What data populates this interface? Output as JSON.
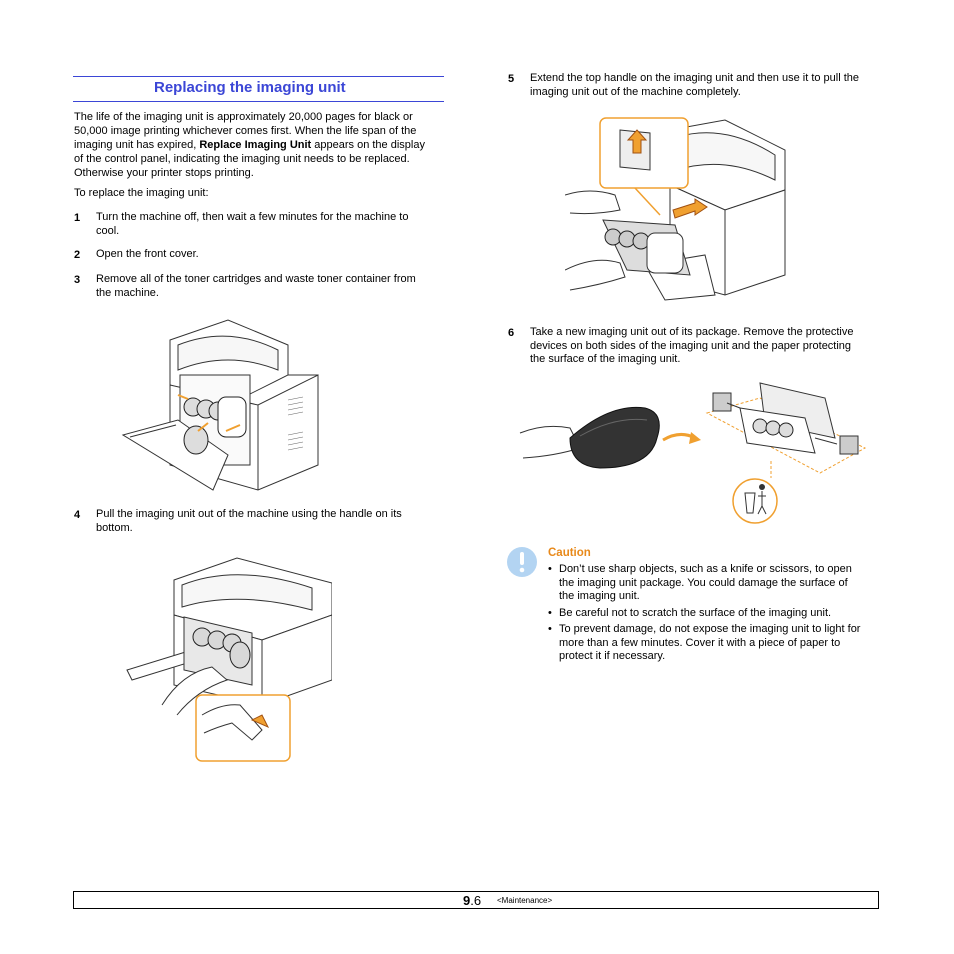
{
  "section": {
    "title": "Replacing the imaging unit"
  },
  "intro": {
    "line1": "The life of the imaging unit is approximately 20,000 pages for black or",
    "line2": "50,000 image printing whichever comes first. When the life span of the",
    "line3_a": "imaging unit has expired, ",
    "line3_bold": "Replace Imaging Unit",
    "line3_b": " appears on the display",
    "line4": "of the control panel, indicating the imaging unit needs to be replaced.",
    "line5": "Otherwise your printer stops printing.",
    "lead": "To replace the imaging unit:"
  },
  "steps": [
    {
      "num": "1",
      "lines": [
        "Turn the machine off, then wait a few minutes for the machine to",
        "cool."
      ]
    },
    {
      "num": "2",
      "lines": [
        "Open the front cover."
      ]
    },
    {
      "num": "3",
      "lines": [
        "Remove all of the toner cartridges and waste toner container from",
        "the machine."
      ]
    },
    {
      "num": "4",
      "lines": [
        "Pull the imaging unit out of the machine using the handle on its",
        "bottom."
      ]
    },
    {
      "num": "5",
      "lines": [
        "Extend the top handle on the imaging unit and then use it to pull the",
        "imaging unit out of the machine completely."
      ]
    },
    {
      "num": "6",
      "lines": [
        "Take a new imaging unit out of its package. Remove the protective",
        "devices on both sides of the imaging unit and the paper protecting",
        "the surface of the imaging unit."
      ]
    }
  ],
  "caution": {
    "title": "Caution",
    "bullets": [
      [
        "Don’t use sharp objects, such as a knife or scissors, to open",
        "the imaging unit package. You could damage the surface of",
        "the imaging unit."
      ],
      [
        "Be careful not to scratch the surface of the imaging unit."
      ],
      [
        "To prevent damage, do not expose the imaging unit to light for",
        "more than a few minutes. Cover it with a piece of paper to",
        "protect it if necessary."
      ]
    ]
  },
  "footer": {
    "page_bold": "9",
    "page_rest": ".6",
    "section": "<Maintenance>"
  },
  "colors": {
    "heading": "#3b46d6",
    "caution": "#e8891a",
    "callout": "#f0a030"
  },
  "icons": [
    "caution-icon",
    "printer-illustration",
    "imaging-unit-illustration",
    "arrow-icon",
    "trash-icon"
  ]
}
